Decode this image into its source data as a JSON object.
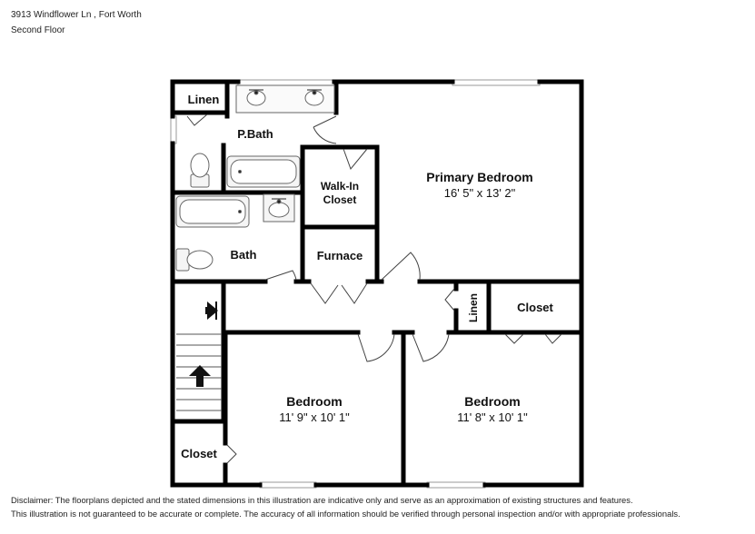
{
  "header": {
    "address": "3913 Windflower Ln , Fort Worth",
    "floor": "Second Floor"
  },
  "rooms": {
    "linen_top": "Linen",
    "pbath": "P.Bath",
    "walkin_line1": "Walk-In",
    "walkin_line2": "Closet",
    "primary_name": "Primary Bedroom",
    "primary_dims": "16' 5\" x 13' 2\"",
    "bath": "Bath",
    "furnace": "Furnace",
    "linen_hall": "Linen",
    "closet_right": "Closet",
    "bedroom1_name": "Bedroom",
    "bedroom1_dims": "11' 9\" x 10' 1\"",
    "bedroom2_name": "Bedroom",
    "bedroom2_dims": "11' 8\" x 10' 1\"",
    "closet_left": "Closet"
  },
  "disclaimer": {
    "line1": "Disclaimer: The floorplans depicted and the stated dimensions in this illustration are indicative only and serve as an approximation of existing structures and features.",
    "line2": "This illustration is not guaranteed to be accurate or complete. The accuracy of all information should be verified through personal inspection and/or with appropriate professionals."
  },
  "colors": {
    "wall": "#000000",
    "fixture": "#555555",
    "window": "#bbbbbb"
  }
}
